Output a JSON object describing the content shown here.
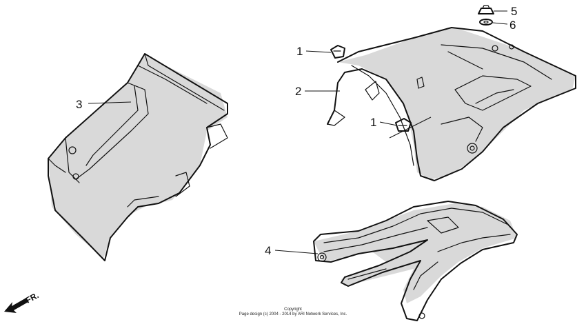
{
  "callouts": {
    "c1a": "1",
    "c1b": "1",
    "c2": "2",
    "c3": "3",
    "c4": "4",
    "c5": "5",
    "c6": "6"
  },
  "front_indicator": "FR.",
  "copyright": {
    "line1": "Copyright",
    "line2": "Page design (c) 2004 - 2014 by ARI Network Services, Inc."
  }
}
